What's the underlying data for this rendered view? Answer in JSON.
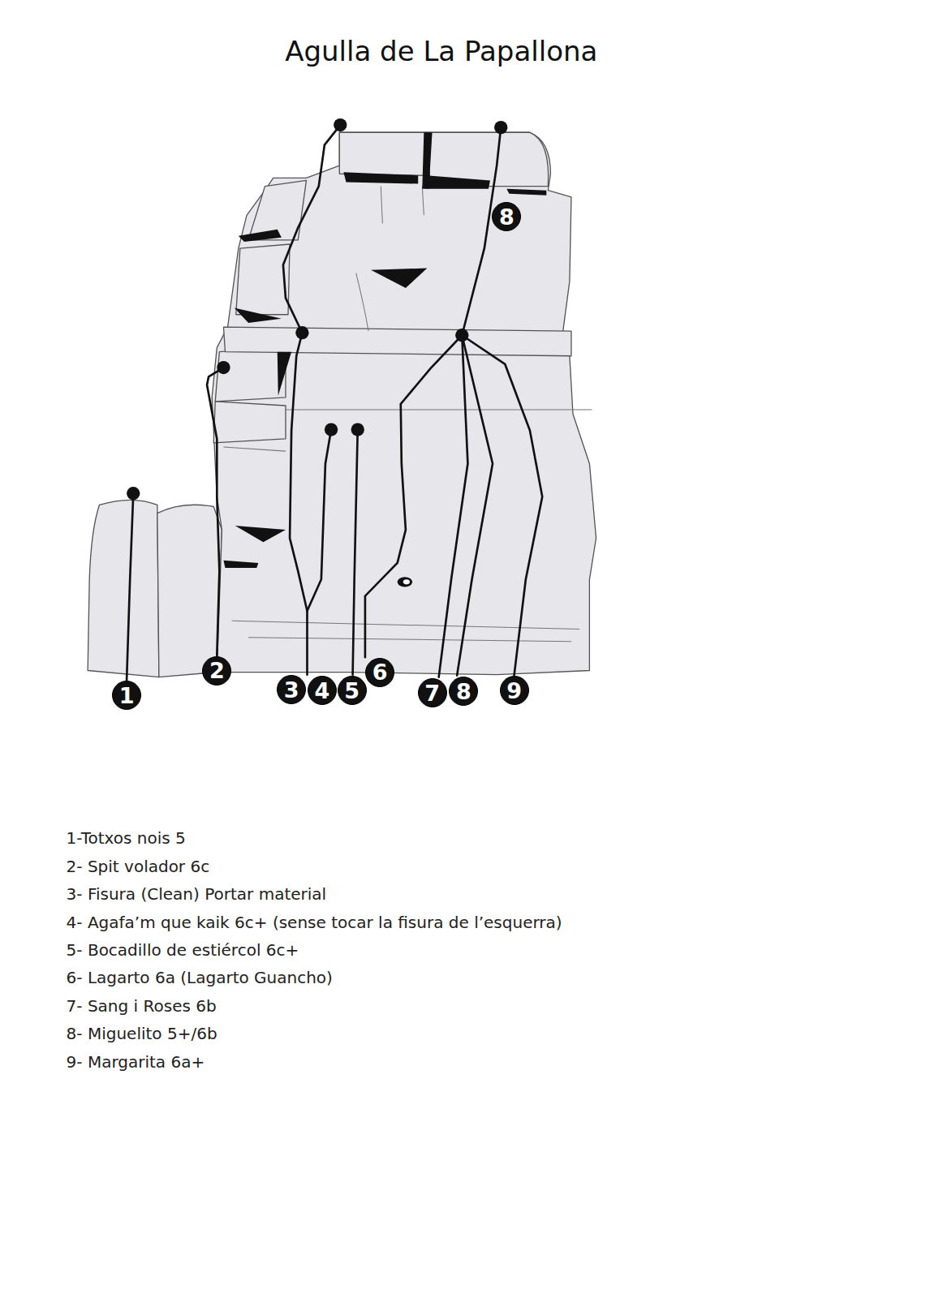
{
  "diagram": {
    "title": "Agulla de La Papallona",
    "nodes": [
      {
        "text": [
          "8"
        ]
      },
      {
        "text": [
          "1"
        ]
      },
      {
        "text": [
          "2"
        ]
      },
      {
        "text": [
          "3"
        ]
      },
      {
        "text": [
          "4"
        ]
      },
      {
        "text": [
          "5"
        ]
      },
      {
        "text": [
          "6"
        ]
      },
      {
        "text": [
          "7"
        ]
      },
      {
        "text": [
          "8"
        ]
      },
      {
        "text": [
          "9"
        ]
      }
    ],
    "labels": [
      "1-Totxos nois 5",
      "2- Spit volador 6c",
      "3- Fisura (Clean) Portar material",
      "4- Agafa’m que kaik 6c+ (sense tocar la fisura de l’esquerra)",
      "5- Bocadillo de estiércol 6c+",
      "6- Lagarto 6a (Lagarto Guancho)",
      "7- Sang i Roses 6b",
      "8- Miguelito 5+/6b",
      "9- Margarita 6a+"
    ]
  }
}
